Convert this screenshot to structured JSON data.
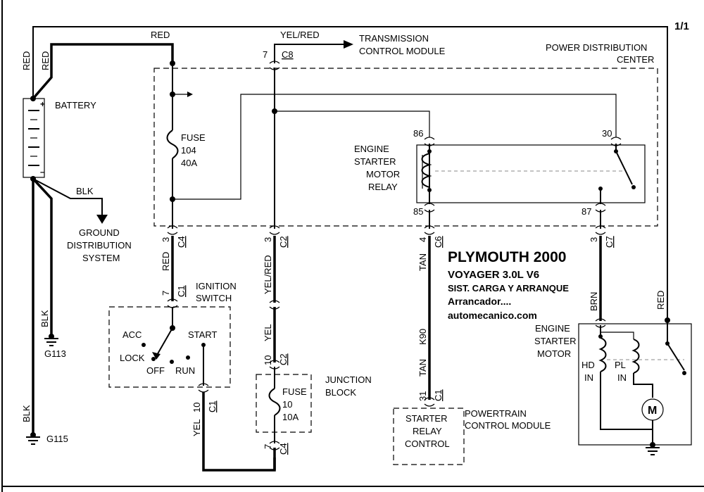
{
  "sheet": "1/1",
  "title": {
    "make_year": "PLYMOUTH 2000",
    "model": "VOYAGER  3.0L  V6",
    "system": "SIST. CARGA Y ARRANQUE",
    "subsystem": "Arrancador....",
    "site": "automecanico.com"
  },
  "components": {
    "battery": "BATTERY",
    "battery_pos": "+",
    "battery_neg": "–",
    "ground_dist": [
      "GROUND",
      "DISTRIBUTION",
      "SYSTEM"
    ],
    "g113": "G113",
    "g115": "G115",
    "tcm": [
      "TRANSMISSION",
      "CONTROL MODULE"
    ],
    "pdc": [
      "POWER DISTRIBUTION",
      "CENTER"
    ],
    "fuse104": [
      "FUSE",
      "104",
      "40A"
    ],
    "relay": [
      "ENGINE",
      "STARTER",
      "MOTOR",
      "RELAY"
    ],
    "ignition": [
      "IGNITION",
      "SWITCH"
    ],
    "ign_pos": {
      "acc": "ACC",
      "lock": "LOCK",
      "off": "OFF",
      "run": "RUN",
      "start": "START"
    },
    "junction": [
      "JUNCTION",
      "BLOCK"
    ],
    "fuse10": [
      "FUSE",
      "10",
      "10A"
    ],
    "pcm_box": [
      "STARTER",
      "RELAY",
      "CONTROL"
    ],
    "pcm": [
      "POWERTRAIN",
      "CONTROL MODULE"
    ],
    "motor": [
      "ENGINE",
      "STARTER",
      "MOTOR"
    ],
    "hd": [
      "HD",
      "IN"
    ],
    "pl": [
      "PL",
      "IN"
    ],
    "motor_symbol": "M"
  },
  "wires": {
    "red": "RED",
    "blk": "BLK",
    "yel_red": "YEL/RED",
    "yel": "YEL",
    "tan": "TAN",
    "brn": "BRN",
    "k90": "K90"
  },
  "pins": {
    "p7": "7",
    "p3": "3",
    "p10": "10",
    "p4": "4",
    "p31": "31",
    "p86": "86",
    "p85": "85",
    "p30": "30",
    "p87": "87"
  },
  "connectors": {
    "c1": "C1",
    "c2": "C2",
    "c4": "C4",
    "c6": "C6",
    "c7": "C7",
    "c8": "C8"
  }
}
